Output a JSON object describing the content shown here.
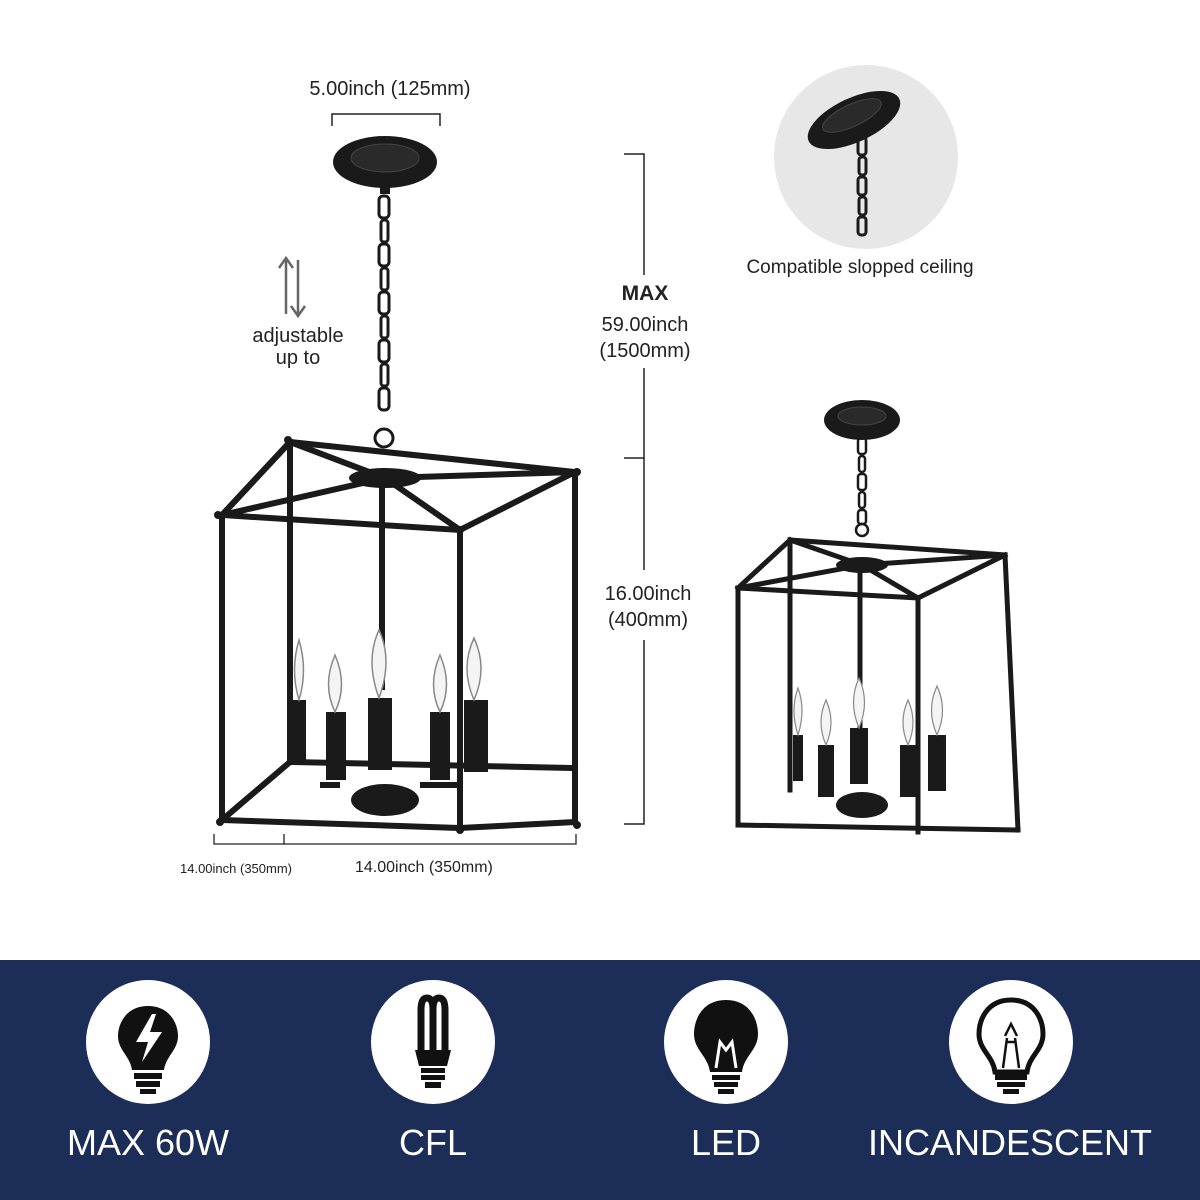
{
  "dimensions": {
    "canopy_width": "5.00inch (125mm)",
    "adjustable_line1": "adjustable",
    "adjustable_line2": "up to",
    "max_label": "MAX",
    "max_inch": "59.00inch",
    "max_mm": "(1500mm)",
    "height_inch": "16.00inch",
    "height_mm": "(400mm)",
    "depth": "14.00inch (350mm)",
    "width": "14.00inch (350mm)"
  },
  "sloped_ceiling": {
    "caption": "Compatible slopped ceiling"
  },
  "bulb_types": [
    {
      "label": "MAX 60W",
      "icon": "lightning-bulb-icon"
    },
    {
      "label": "CFL",
      "icon": "cfl-bulb-icon"
    },
    {
      "label": "LED",
      "icon": "led-bulb-icon"
    },
    {
      "label": "INCANDESCENT",
      "icon": "incandescent-bulb-icon"
    }
  ],
  "colors": {
    "banner": "#1c2d58",
    "metal": "#1a1a1a",
    "text": "#222222"
  }
}
